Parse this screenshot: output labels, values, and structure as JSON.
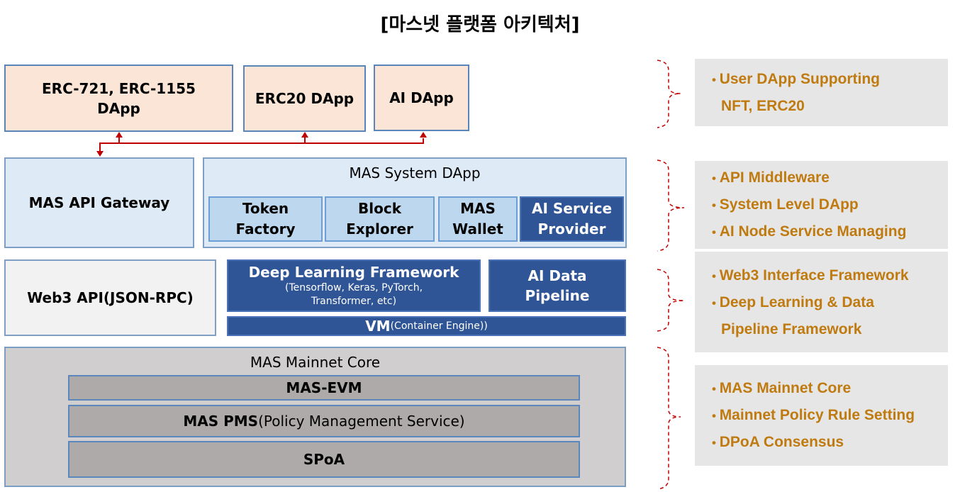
{
  "title": "[마스넷 플랫폼 아키텍처]",
  "colors": {
    "connector": "#c00000",
    "note_text": "#bf7a10",
    "navy": "#2f5597"
  },
  "layers": {
    "user_dapps": {
      "nft_dapp": [
        "ERC-721, ERC-1155",
        "DApp"
      ],
      "erc20_dapp": "ERC20 DApp",
      "ai_dapp": "AI DApp"
    },
    "system": {
      "api_gateway": "MAS API Gateway",
      "system_dapp": {
        "label": "MAS System DApp",
        "items": [
          {
            "line1": "Token",
            "line2": "Factory"
          },
          {
            "line1": "Block",
            "line2": "Explorer"
          },
          {
            "line1": "MAS",
            "line2": "Wallet"
          },
          {
            "line1": "AI Service",
            "line2": "Provider"
          }
        ]
      }
    },
    "framework": {
      "web3_api": "Web3 API(JSON-RPC)",
      "deep_learning": {
        "title": "Deep Learning Framework",
        "sub1": "(Tensorflow, Keras, PyTorch,",
        "sub2": "Transformer, etc)"
      },
      "ai_data_pipeline": [
        "AI Data",
        "Pipeline"
      ],
      "vm": {
        "bold": "VM",
        "rest": "(Container Engine))"
      }
    },
    "core": {
      "label": "MAS Mainnet Core",
      "evm": "MAS-EVM",
      "pms": {
        "bold": "MAS PMS",
        "rest": "(Policy Management Service)"
      },
      "spoa": "SPoA"
    }
  },
  "notes": [
    {
      "lines": [
        "User DApp Supporting"
      ],
      "continuation": "NFT, ERC20"
    },
    {
      "lines": [
        "API Middleware",
        "System Level DApp",
        "AI Node Service Managing"
      ]
    },
    {
      "lines": [
        "Web3 Interface Framework",
        "Deep Learning & Data"
      ],
      "continuation": "Pipeline Framework"
    },
    {
      "lines": [
        "MAS Mainnet Core",
        "Mainnet Policy Rule Setting",
        "DPoA Consensus"
      ]
    }
  ]
}
